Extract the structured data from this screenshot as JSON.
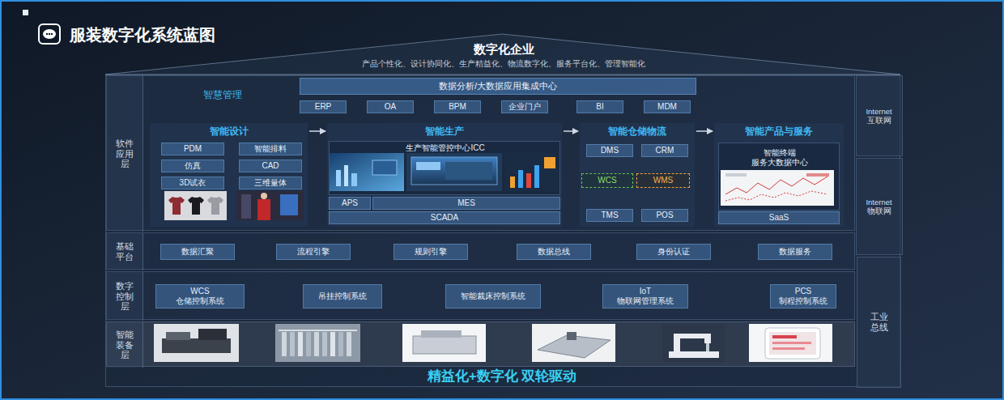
{
  "diagram": {
    "title": "服装数字化系统蓝图",
    "nodes": [
      {
        "text": [
          "数字化企业",
          "产品个性化、设计协同化、生产精益化、物流数字化、服务平台化、管理智能化"
        ]
      },
      {
        "text": [
          "软件应用层"
        ],
        "in": 0
      },
      {
        "text": [
          "数据分析/大数据应用集成中心"
        ],
        "in": 1
      },
      {
        "text": [
          "ERP"
        ],
        "in": 1
      },
      {
        "text": [
          "OA"
        ],
        "in": 1
      },
      {
        "text": [
          "BPM"
        ],
        "in": 1
      },
      {
        "text": [
          "企业门户"
        ],
        "in": 1
      },
      {
        "text": [
          "BI"
        ],
        "in": 1
      },
      {
        "text": [
          "MDM"
        ],
        "in": 1
      },
      {
        "text": [
          "智能设计"
        ],
        "in": 1
      },
      {
        "text": [
          "PDM"
        ],
        "in": 9
      },
      {
        "text": [
          "智能排料"
        ],
        "in": 9
      },
      {
        "text": [
          "仿真"
        ],
        "in": 9
      },
      {
        "text": [
          "CAD"
        ],
        "in": 9
      },
      {
        "text": [
          "3D试衣"
        ],
        "in": 9
      },
      {
        "text": [
          "三维量体"
        ],
        "in": 9
      },
      {
        "text": [
          "智能生产"
        ],
        "in": 1
      },
      {
        "text": [
          "生产智能管控中心ICC"
        ],
        "in": 16
      },
      {
        "text": [
          "APS"
        ],
        "in": 16
      },
      {
        "text": [
          "MES"
        ],
        "in": 16
      },
      {
        "text": [
          "SCADA"
        ],
        "in": 16
      },
      {
        "text": [
          "智能仓储物流"
        ],
        "in": 1
      },
      {
        "text": [
          "DMS"
        ],
        "in": 21
      },
      {
        "text": [
          "CRM"
        ],
        "in": 21
      },
      {
        "text": [
          "WCS"
        ],
        "in": 21
      },
      {
        "text": [
          "WMS"
        ],
        "in": 21
      },
      {
        "text": [
          "TMS"
        ],
        "in": 21
      },
      {
        "text": [
          "POS"
        ],
        "in": 21
      },
      {
        "text": [
          "智能产品与服务"
        ],
        "in": 1
      },
      {
        "text": [
          "智能终端 服务大数据中心"
        ],
        "in": 28
      },
      {
        "text": [
          "SaaS"
        ],
        "in": 28
      },
      {
        "text": [
          "基础平台"
        ],
        "in": 0
      },
      {
        "text": [
          "数据汇聚"
        ],
        "in": 31
      },
      {
        "text": [
          "流程引擎"
        ],
        "in": 31
      },
      {
        "text": [
          "规则引擎"
        ],
        "in": 31
      },
      {
        "text": [
          "数据总线"
        ],
        "in": 31
      },
      {
        "text": [
          "身份认证"
        ],
        "in": 31
      },
      {
        "text": [
          "数据服务"
        ],
        "in": 31
      },
      {
        "text": [
          "数字控制层"
        ],
        "in": 0
      },
      {
        "text": [
          "WCS 仓储控制系统"
        ],
        "in": 38
      },
      {
        "text": [
          "吊挂控制系统"
        ],
        "in": 38
      },
      {
        "text": [
          "智能裁床控制系统"
        ],
        "in": 38
      },
      {
        "text": [
          "IoT 物联网管理系统"
        ],
        "in": 38
      },
      {
        "text": [
          "PCS 制程控制系统"
        ],
        "in": 38
      },
      {
        "text": [
          "智能装备层"
        ],
        "in": 0
      },
      {
        "text": [
          "Internet 互联网"
        ],
        "in": 0
      },
      {
        "text": [
          "Internet 物联网"
        ],
        "in": 0
      },
      {
        "text": [
          "工业总线"
        ],
        "in": 0
      }
    ],
    "edges": [
      {
        "from": 9,
        "to": 16,
        "arrow": "to"
      },
      {
        "from": 16,
        "to": 21,
        "arrow": "to"
      },
      {
        "from": 21,
        "to": 28,
        "arrow": "to"
      }
    ],
    "labels": [
      "智慧管理",
      "精益化+数字化 双轮驱动"
    ]
  }
}
